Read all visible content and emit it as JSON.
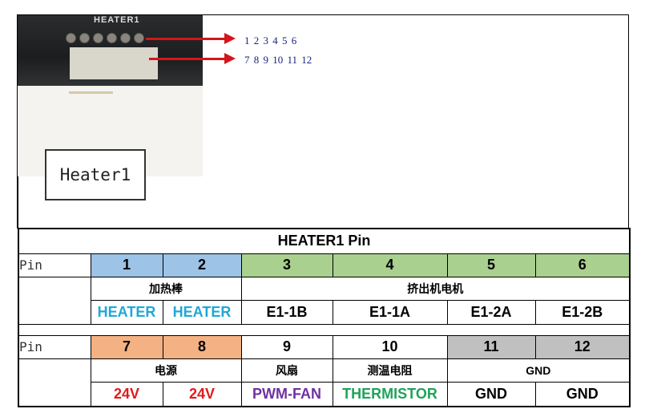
{
  "photo": {
    "silk_label": "HEATER1",
    "box_label": "Heater1"
  },
  "pin_rows": [
    "1 2 3 4 5 6",
    "7 8 9 10 11 12"
  ],
  "table": {
    "title": "HEATER1 Pin",
    "row_label": "Pin",
    "top": {
      "pins": [
        "1",
        "2",
        "3",
        "4",
        "5",
        "6"
      ],
      "group1": "加热棒",
      "group2": "挤出机电机",
      "signals": [
        "HEATER",
        "HEATER",
        "E1-1B",
        "E1-1A",
        "E1-2A",
        "E1-2B"
      ]
    },
    "bottom": {
      "pins": [
        "7",
        "8",
        "9",
        "10",
        "11",
        "12"
      ],
      "group1": "电源",
      "group2": "风扇",
      "group3": "测温电阻",
      "group4": "GND",
      "signals": [
        "24V",
        "24V",
        "PWM-FAN",
        "THERMISTOR",
        "GND",
        "GND"
      ]
    }
  },
  "colors": {
    "blue": "#9dc3e6",
    "green": "#a9d08e",
    "orange": "#f4b183",
    "gray": "#c0c0c0",
    "heater": "#1fa8d6",
    "power": "#e01b1b",
    "fan": "#7030a0",
    "therm": "#1fa35a"
  }
}
